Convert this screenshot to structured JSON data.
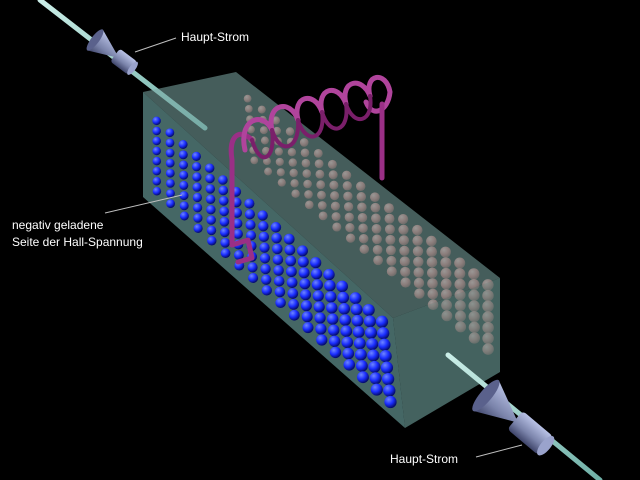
{
  "labels": {
    "main_current_top": "Haupt-Strom",
    "main_current_bottom": "Haupt-Strom",
    "negative_side_line1": "negativ geladene",
    "negative_side_line2": "Seite der Hall-Spannung"
  },
  "colors": {
    "background": "#000000",
    "wire": "#9fd8cf",
    "block_front": "#5f8f8c",
    "block_top": "#7eaaa6",
    "block_end": "#6e9e9a",
    "electron": "#1a2dff",
    "positive_charge": "#d96a6a",
    "coil": "#9a2f86",
    "arrow": "#8a93b8",
    "text": "#ffffff"
  },
  "icons": {
    "current_direction": "arrow-cone-icon",
    "coil": "coil-icon"
  }
}
